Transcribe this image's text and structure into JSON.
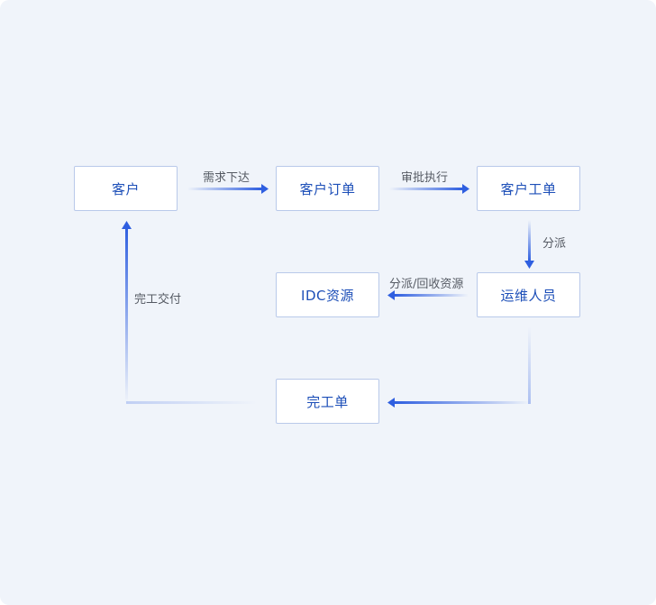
{
  "nodes": {
    "customer": "客户",
    "customer_order": "客户订单",
    "customer_ticket": "客户工单",
    "ops_staff": "运维人员",
    "idc_resource": "IDC资源",
    "completion_ticket": "完工单"
  },
  "edges": {
    "demand_issued": "需求下达",
    "approval_exec": "审批执行",
    "dispatch": "分派",
    "dispatch_recycle": "分派/回收资源",
    "completion_delivery": "完工交付"
  },
  "colors": {
    "background": "#f0f4fa",
    "node_border": "#b9c9ea",
    "node_text": "#1d4fb8",
    "arrow": "#2f5fe0",
    "label_text": "#555a63"
  }
}
